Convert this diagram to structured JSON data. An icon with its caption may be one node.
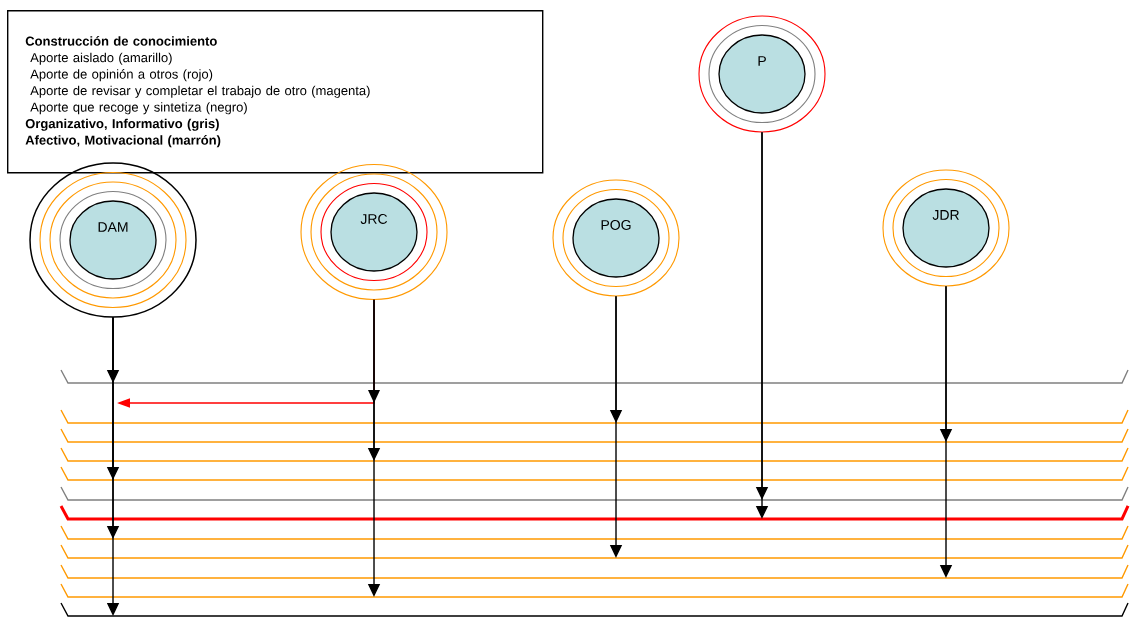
{
  "diagram": {
    "nodes": [
      {
        "text": [
          "Construcción de conocimiento",
          "Aporte aislado (amarillo)",
          "Aporte de opinión a otros (rojo)",
          "Aporte de revisar y completar el  trabajo de otro (magenta)",
          "Aporte que recoge y sintetiza (negro)",
          "Organizativo, Informativo (gris)",
          "Afectivo, Motivacional  (marrón)"
        ]
      },
      {
        "text": [
          "P"
        ]
      },
      {
        "text": [
          "DAM"
        ]
      },
      {
        "text": [
          "JRC"
        ]
      },
      {
        "text": [
          "POG"
        ]
      },
      {
        "text": [
          "JDR"
        ]
      }
    ],
    "edges": [
      {
        "from": 2,
        "to": null,
        "arrow": "to"
      },
      {
        "from": 2,
        "to": null,
        "arrow": "to"
      },
      {
        "from": 2,
        "to": null,
        "arrow": "to"
      },
      {
        "from": 2,
        "to": null,
        "arrow": "to"
      },
      {
        "from": 3,
        "to": null,
        "arrow": "to",
        "color": "#ff0000"
      },
      {
        "from": 3,
        "to": null,
        "arrow": "to"
      },
      {
        "from": 3,
        "to": null,
        "arrow": "to"
      },
      {
        "from": 4,
        "to": null,
        "arrow": "to"
      },
      {
        "from": 4,
        "to": null,
        "arrow": "to"
      },
      {
        "from": 1,
        "to": null,
        "arrow": "to"
      },
      {
        "from": 1,
        "to": null,
        "arrow": "to"
      },
      {
        "from": 5,
        "to": null,
        "arrow": "to"
      },
      {
        "from": 5,
        "to": null,
        "arrow": "to"
      }
    ]
  }
}
